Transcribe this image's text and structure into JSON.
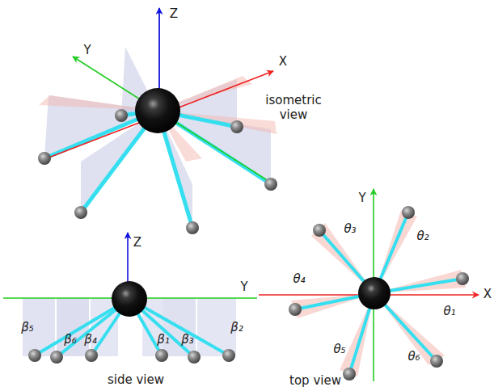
{
  "diagram": {
    "labels": [
      "Z",
      "Y",
      "X",
      "isometric view",
      "Z",
      "Y",
      "β₅",
      "β₆",
      "β₄",
      "β₁",
      "β₃",
      "β₂",
      "side view",
      "Y",
      "X",
      "θ₃",
      "θ₂",
      "θ₄",
      "θ₁",
      "θ₅",
      "θ₆",
      "top view"
    ]
  }
}
